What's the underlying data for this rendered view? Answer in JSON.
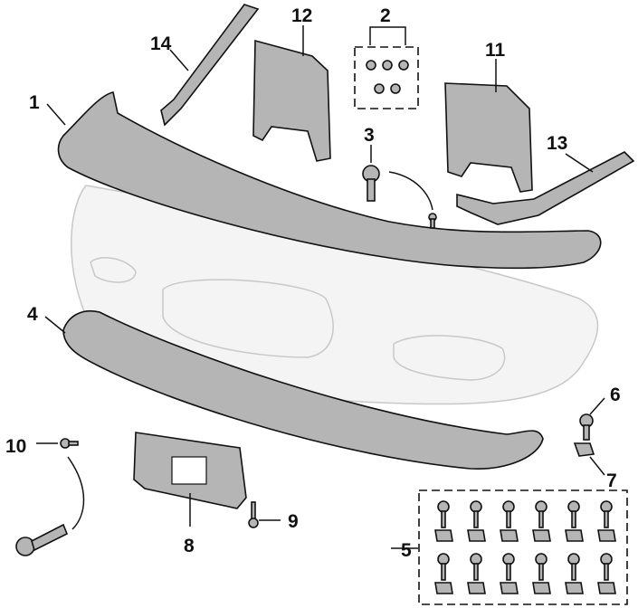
{
  "diagram": {
    "callouts": [
      "1",
      "2",
      "3",
      "4",
      "5",
      "6",
      "7",
      "8",
      "9",
      "10",
      "11",
      "12",
      "13",
      "14"
    ],
    "colors": {
      "part": "#b5b5b5",
      "ghost": "#f4f4f4",
      "line": "#111111"
    }
  }
}
